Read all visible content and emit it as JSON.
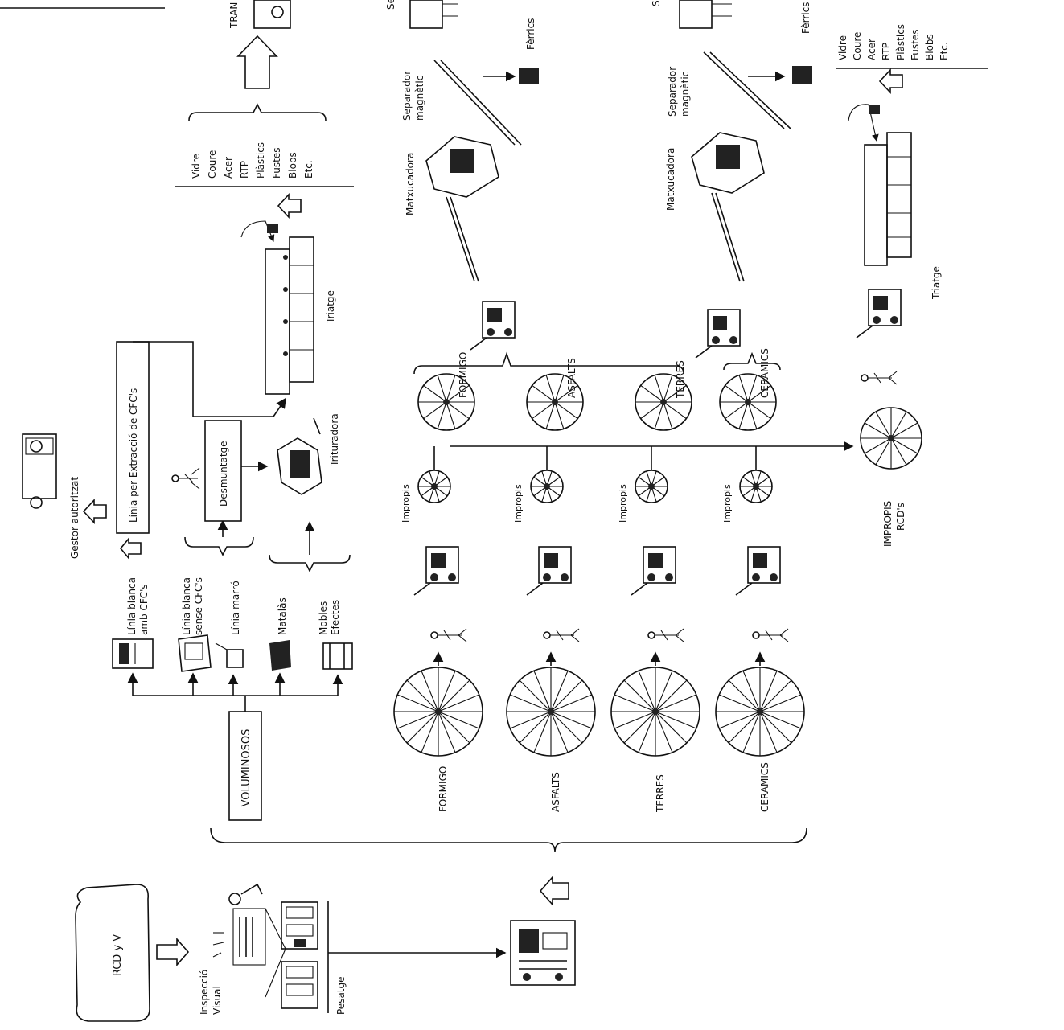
{
  "start": {
    "label": "RCD y V"
  },
  "inspection": {
    "label1": "Inspecció",
    "label2": "Visual"
  },
  "weighing": {
    "label": "Pesatge"
  },
  "bulky": {
    "label": "VOLUMINOSOS",
    "items": [
      {
        "line1": "Línia blanca",
        "line2": "amb CFC's"
      },
      {
        "line1": "Línia blanca",
        "line2": "sense CFC's"
      },
      {
        "line1": "Línia marró",
        "line2": ""
      },
      {
        "line1": "Matalàs",
        "line2": ""
      },
      {
        "line1": "Mobles",
        "line2": "Efectes"
      }
    ]
  },
  "gestor": {
    "label": "Gestor autoritzat"
  },
  "cfc_line": {
    "label": "Línia per Extracció de CFC's"
  },
  "dismantle": {
    "label": "Desmuntatge"
  },
  "crusher": {
    "label": "Trituradora"
  },
  "sorting": {
    "label": "Triatge"
  },
  "materials_list": [
    "Vidre",
    "Coure",
    "Acer",
    "RTP",
    "Plàstics",
    "Fustes",
    "Blobs",
    "Etc."
  ],
  "transport": {
    "label": "TRAN"
  },
  "categories": [
    "FORMIGO",
    "ASFALTS",
    "TERRES",
    "CERAMICS"
  ],
  "improper": {
    "label": "Impropis"
  },
  "improper_final": {
    "line1": "IMPROPIS",
    "line2": "RCD's"
  },
  "crushing": {
    "label": "Matxucadora"
  },
  "magnetic": {
    "line1": "Separador",
    "line2": "magnètic"
  },
  "ferrous": {
    "label": "Fèrrics"
  },
  "screen": {
    "label": "Se"
  }
}
